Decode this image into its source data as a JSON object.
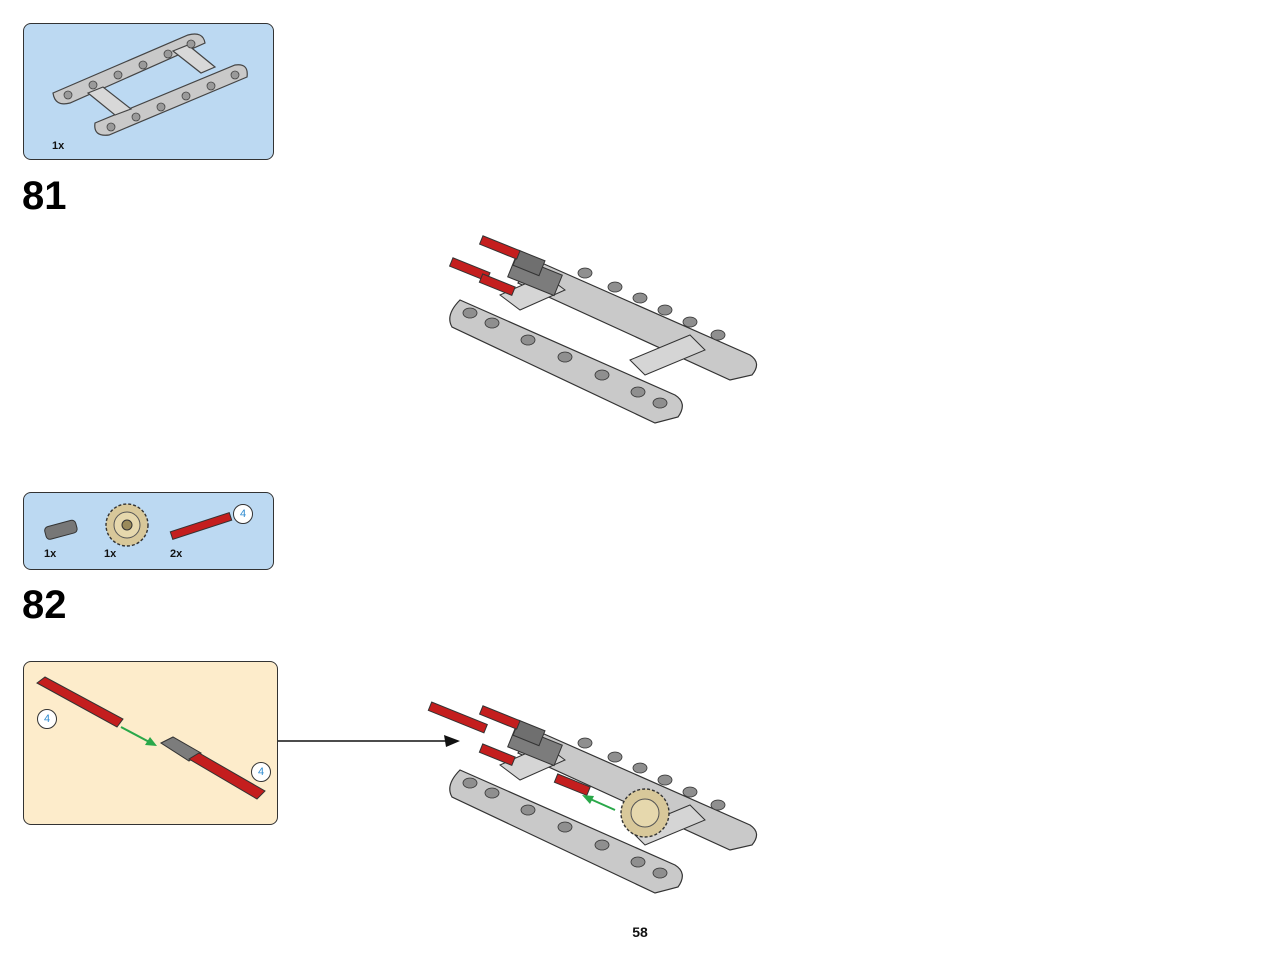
{
  "page_number": "58",
  "steps": [
    {
      "number": "81",
      "parts": [
        {
          "name": "frame-5x7-icon",
          "qty": "1x"
        }
      ]
    },
    {
      "number": "82",
      "parts": [
        {
          "name": "bush-icon",
          "qty": "1x"
        },
        {
          "name": "gear-20-tooth-icon",
          "qty": "1x"
        },
        {
          "name": "axle-4-icon",
          "qty": "2x",
          "length_badge": "4"
        }
      ],
      "subassembly": {
        "badge_top": "4",
        "badge_bottom": "4"
      }
    }
  ],
  "colors": {
    "parts_box": "#bcd9f2",
    "subassembly_box": "#fdeccb",
    "axle_red": "#c41e1e",
    "beam_grey": "#c9c9c9",
    "gear_tan": "#d8c89a",
    "arrow_green": "#2aa84a"
  }
}
